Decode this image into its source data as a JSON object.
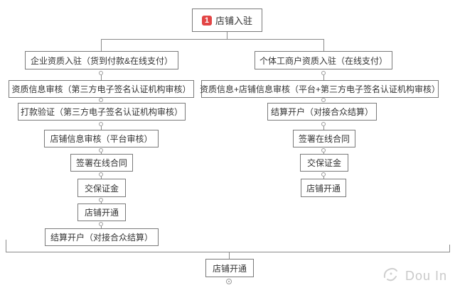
{
  "colors": {
    "badge_red": "#e24545",
    "line_gray": "#8a8a8a",
    "box_border_gray": "#7a7a7a",
    "text_dark": "#333333",
    "watermark_gray": "#c9c9c9"
  },
  "nodes": {
    "root_badge": "1",
    "root": "店铺入驻",
    "left": [
      "企业资质入驻（货到付款&在线支付）",
      "资质信息审核（第三方电子签名认证机构审核）",
      "打款验证（第三方电子签名认证机构审核）",
      "店铺信息审核（平台审核）",
      "签署在线合同",
      "交保证金",
      "店铺开通",
      "结算开户（对接合众结算）"
    ],
    "right": [
      "个体工商户资质入驻（在线支付）",
      "资质信息+店铺信息审核（平台+第三方电子签名认证机构审核）",
      "结算开户（对接合众结算）",
      "签署在线合同",
      "交保证金",
      "店铺开通"
    ],
    "final": "店铺开通"
  },
  "watermark": {
    "text": "Dou In"
  }
}
